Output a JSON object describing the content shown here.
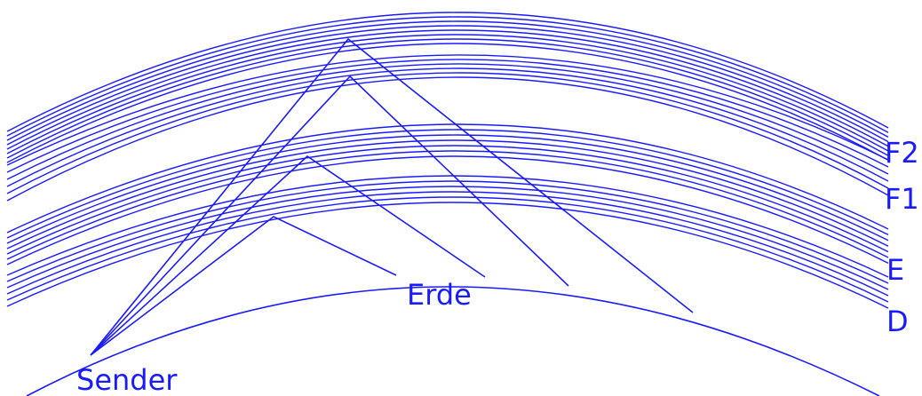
{
  "colors": {
    "line": "#1a1aff",
    "text": "#1a1aff",
    "background": "#ffffff"
  },
  "labels": {
    "f2": "F2",
    "f1": "F1",
    "e": "E",
    "d": "D",
    "earth": "Erde",
    "transmitter": "Sender"
  }
}
